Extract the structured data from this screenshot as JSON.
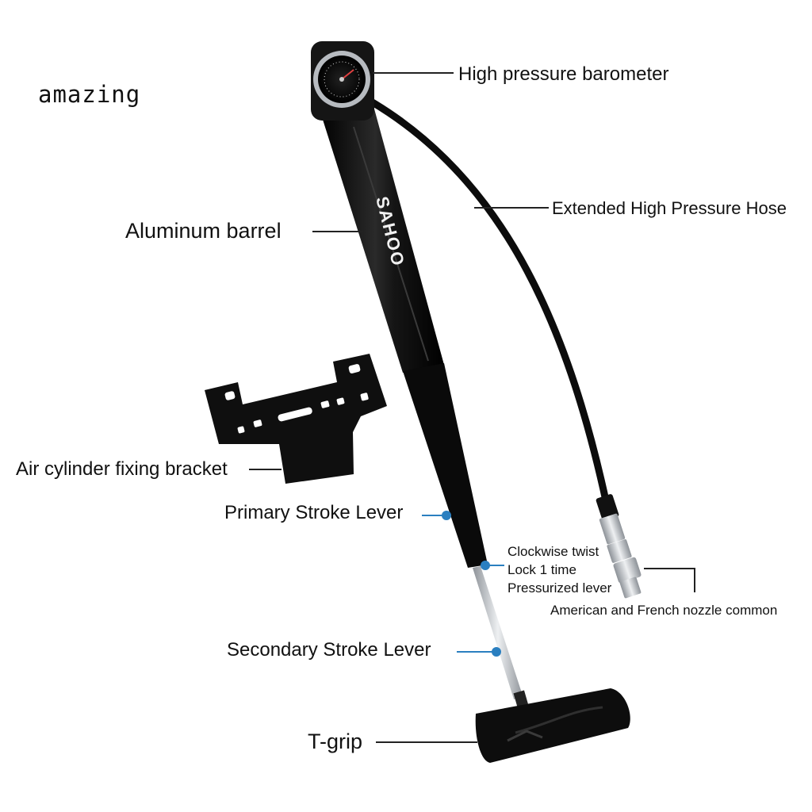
{
  "brand": {
    "watermark": "amazing",
    "logo_text": "SAHOO"
  },
  "callouts": {
    "barometer": "High pressure barometer",
    "hose": "Extended High Pressure Hose",
    "barrel": "Aluminum barrel",
    "bracket": "Air cylinder fixing bracket",
    "primary_lever": "Primary Stroke Lever",
    "twist_line1": "Clockwise twist",
    "twist_line2": "Lock 1 time",
    "twist_line3": "Pressurized lever",
    "nozzle": "American and French nozzle common",
    "secondary_lever": "Secondary Stroke Lever",
    "t_grip": "T-grip"
  },
  "colors": {
    "background": "#ffffff",
    "pump_body": "#0e0e0e",
    "callout_marker": "#2a7fc0",
    "metal": "#c9cdd2"
  },
  "icons": [
    "pressure-gauge-icon",
    "hose-nozzle-icon",
    "mounting-bracket-icon",
    "t-handle-icon"
  ]
}
